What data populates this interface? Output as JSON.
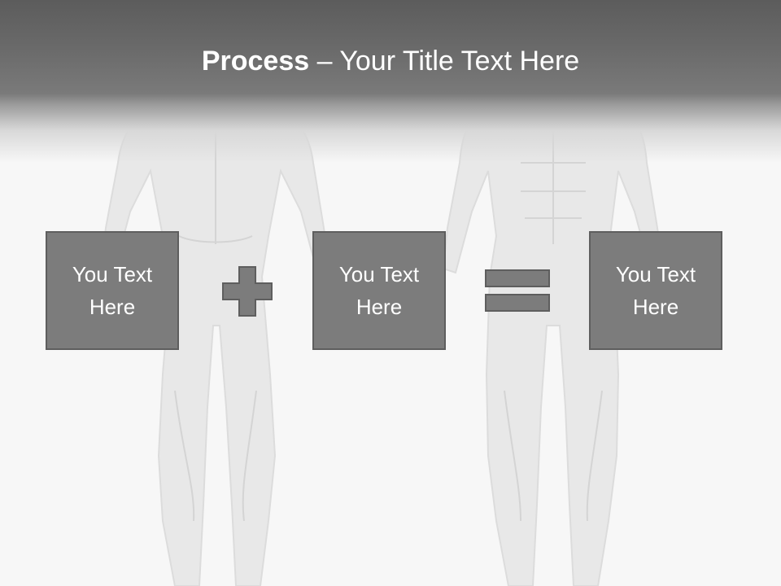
{
  "title": {
    "bold": "Process",
    "separator": " – ",
    "rest": "Your Title Text Here"
  },
  "boxes": [
    {
      "text": "You Text Here"
    },
    {
      "text": "You Text Here"
    },
    {
      "text": "You Text Here"
    }
  ],
  "operators": [
    "plus-icon",
    "equals-icon"
  ],
  "colors": {
    "title_bar": "#6a6a6a",
    "box_fill": "#7c7c7c",
    "box_border": "#5e5e5e",
    "text": "#ffffff",
    "background": "#f7f7f7"
  }
}
